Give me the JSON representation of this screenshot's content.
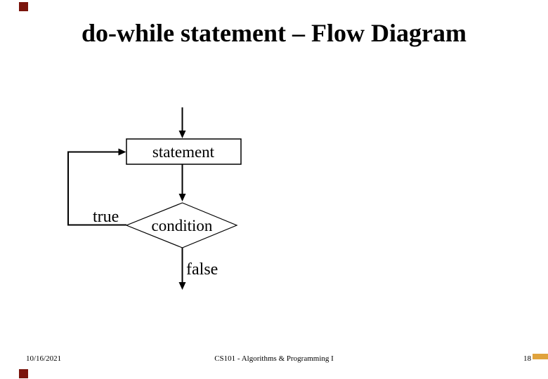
{
  "slide": {
    "title": "do-while statement – Flow Diagram",
    "diagram": {
      "statement_label": "statement",
      "condition_label": "condition",
      "true_label": "true",
      "false_label": "false"
    },
    "footer": {
      "date": "10/16/2021",
      "course": "CS101 - Algorithms & Programming I",
      "page": "18"
    },
    "colors": {
      "background": "#ffffff",
      "ink": "#000000",
      "accent_red": "#7a140c",
      "accent_yellow": "#e0a33c"
    }
  }
}
